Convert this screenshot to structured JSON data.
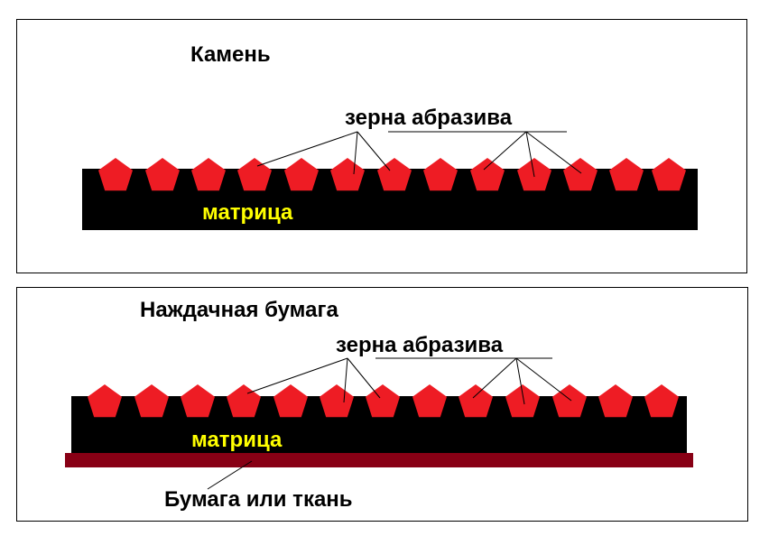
{
  "stone": {
    "title": "Камень",
    "grain_label": "зерна абразива",
    "matrix_label": "матрица"
  },
  "sandpaper": {
    "title": "Наждачная бумага",
    "grain_label": "зерна абразива",
    "matrix_label": "матрица",
    "backing_label": "Бумага или ткань"
  },
  "colors": {
    "grain": "#ee1c24",
    "matrix": "#000000",
    "matrix_text": "#ffff00",
    "backing": "#880015"
  }
}
